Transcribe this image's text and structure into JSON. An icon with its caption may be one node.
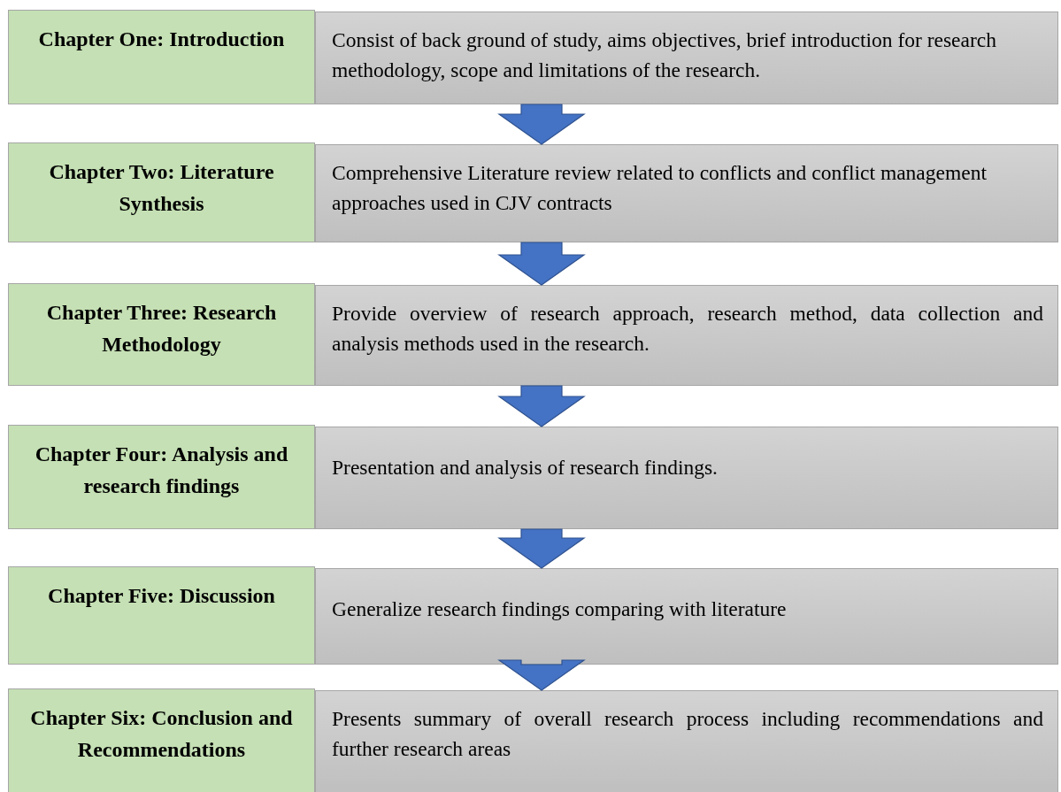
{
  "diagram": {
    "nodes": [
      {
        "text": [
          "Chapter One: Introduction"
        ]
      },
      {
        "text": [
          "Consist of back ground of study, aims objectives, brief introduction for research methodology, scope and limitations of the research."
        ]
      },
      {
        "text": [
          "Chapter Two: Literature Synthesis"
        ]
      },
      {
        "text": [
          "Comprehensive Literature review related to conflicts and conflict management approaches used in CJV contracts"
        ]
      },
      {
        "text": [
          "Chapter Three: Research Methodology"
        ]
      },
      {
        "text": [
          "Provide overview of research approach, research method, data collection and analysis methods used in the research."
        ]
      },
      {
        "text": [
          "Chapter Four: Analysis and research findings"
        ]
      },
      {
        "text": [
          "Presentation and analysis of research findings."
        ]
      },
      {
        "text": [
          "Chapter Five: Discussion"
        ]
      },
      {
        "text": [
          "Generalize research findings comparing with literature"
        ]
      },
      {
        "text": [
          "Chapter Six: Conclusion and Recommendations"
        ]
      },
      {
        "text": [
          "Presents summary of overall research process including recommendations and further research areas"
        ]
      }
    ],
    "edges": [
      {
        "from": 1,
        "to": 3,
        "arrow": "to"
      },
      {
        "from": 3,
        "to": 5,
        "arrow": "to"
      },
      {
        "from": 5,
        "to": 7,
        "arrow": "to"
      },
      {
        "from": 7,
        "to": 9,
        "arrow": "to"
      },
      {
        "from": 9,
        "to": 11,
        "arrow": "to"
      }
    ]
  }
}
